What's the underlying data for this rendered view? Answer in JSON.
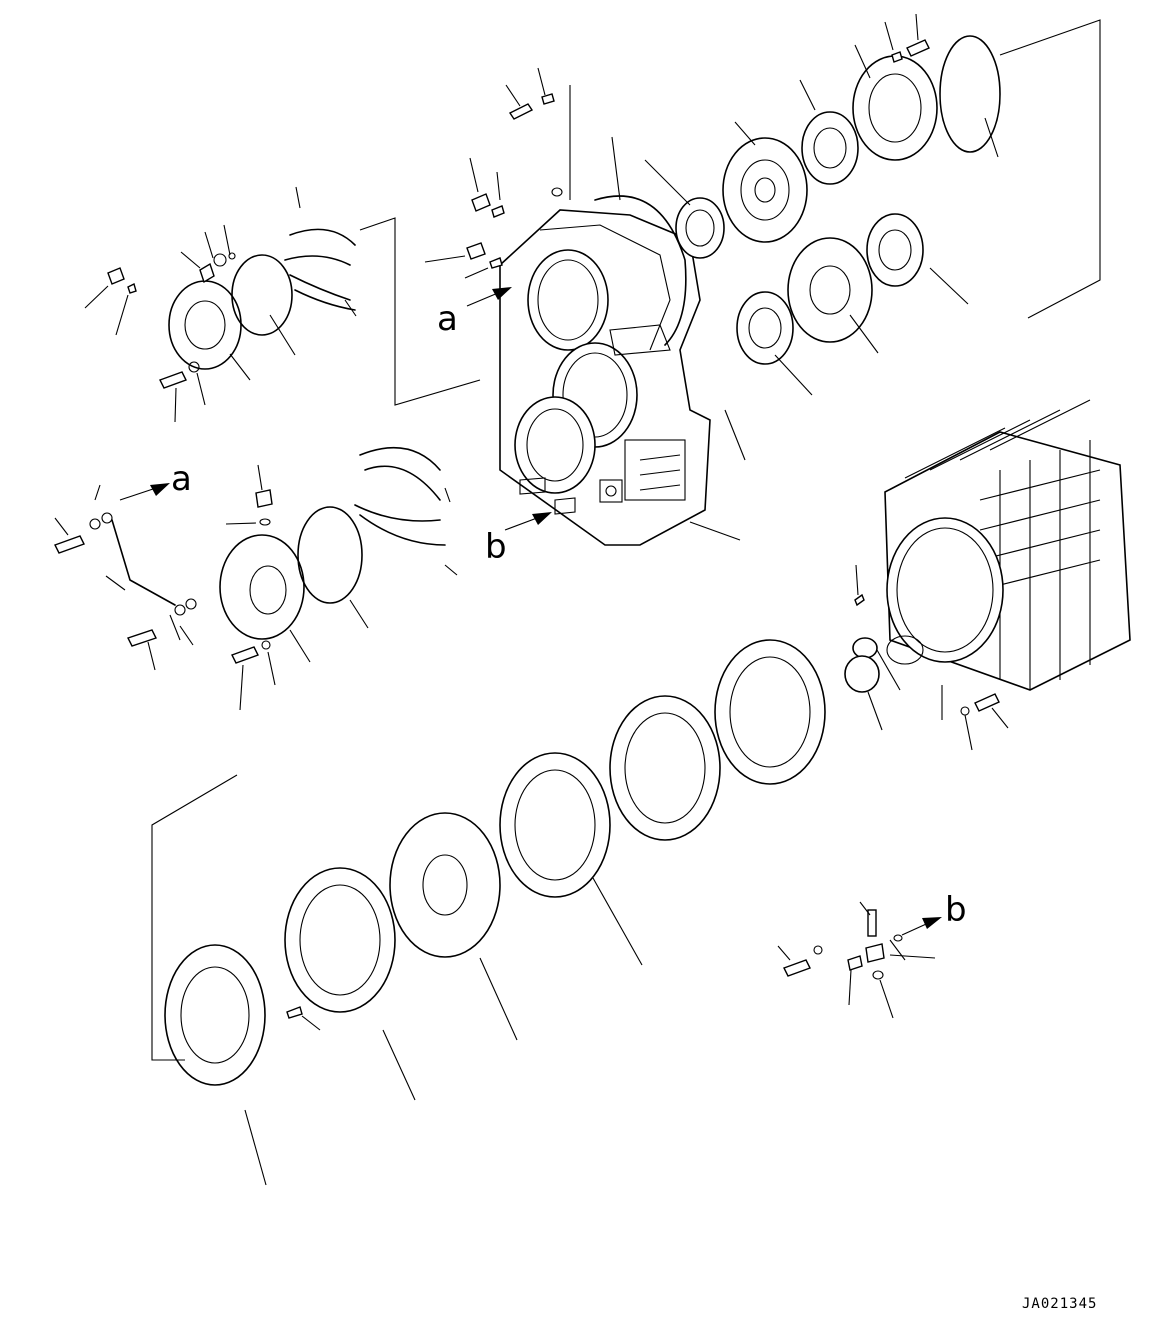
{
  "callouts": {
    "a_left": "a",
    "a_top": "a",
    "b_main": "b",
    "b_right": "b"
  },
  "drawing_id": "JA021345"
}
